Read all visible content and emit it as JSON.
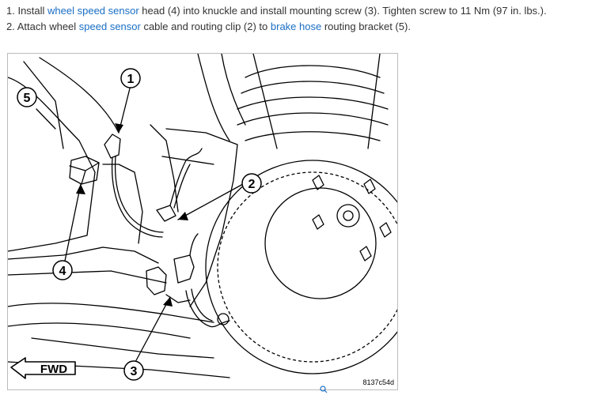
{
  "steps": [
    {
      "prefix": "1. Install ",
      "link1": "wheel speed sensor",
      "suffix": " head (4) into knuckle and install mounting screw (3). Tighten screw to 11 Nm (97 in. lbs.)."
    },
    {
      "prefix": "2. Attach wheel ",
      "link1": "speed sensor",
      "middle": " cable and routing clip (2) to ",
      "link2": "brake hose",
      "suffix": " routing bracket (5)."
    }
  ],
  "figure": {
    "callouts": [
      "1",
      "2",
      "3",
      "4",
      "5"
    ],
    "fwd_label": "FWD",
    "code": "8137c54d"
  },
  "colors": {
    "link": "#1a6fc4",
    "text": "#333333"
  },
  "icons": {
    "zoom": "zoom-icon"
  }
}
